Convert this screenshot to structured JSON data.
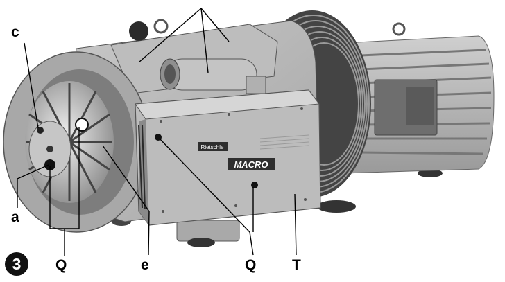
{
  "figure": {
    "number": "3",
    "callouts": {
      "c": "c",
      "a": "a",
      "q_left": "Q",
      "e": "e",
      "q_right": "Q",
      "t": "T"
    },
    "product": {
      "maker_plate": "Rietschle",
      "model_badge": "MACRO"
    }
  },
  "colors": {
    "body": "#b4b4b4",
    "body_dark": "#8a8a8a",
    "body_light": "#d2d2d2",
    "fins": "#2a2a2a",
    "badge": "#1a1a1a",
    "lines": "#000000"
  }
}
